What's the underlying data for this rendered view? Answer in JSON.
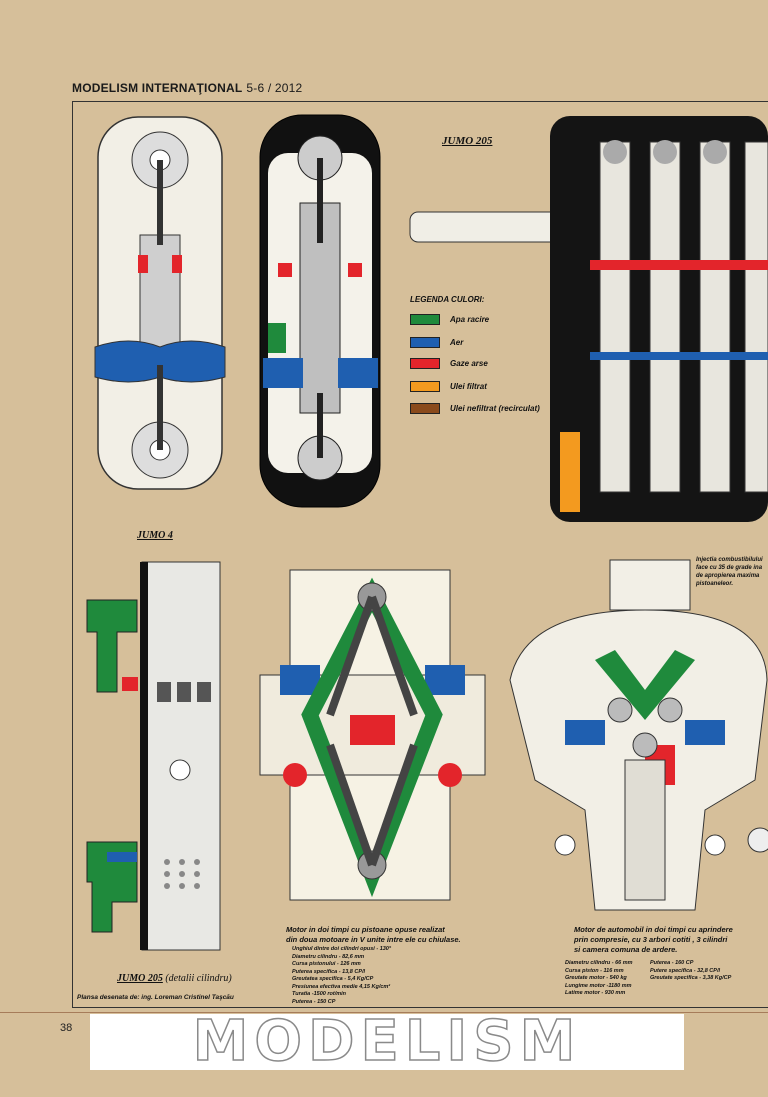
{
  "header": {
    "magazine": "MODELISM INTERNAŢIONAL",
    "issue": "5-6 / 2012"
  },
  "labels": {
    "jumo205_top": "JUMO 205",
    "jumo4": "JUMO 4",
    "jumo205_detail": "JUMO 205",
    "jumo205_detail_sub": "(detalii cilindru)",
    "author": "Plansa desenata de: ing. Loreman Cristinel Taşcău"
  },
  "legend": {
    "title": "LEGENDA CULORI:",
    "items": [
      {
        "label": "Apa racire",
        "color": "#1f8a3c"
      },
      {
        "label": "Aer",
        "color": "#1f5fb0"
      },
      {
        "label": "Gaze arse",
        "color": "#e3252b"
      },
      {
        "label": "Ulei filtrat",
        "color": "#f39a1f"
      },
      {
        "label": "Ulei nefiltrat (recirculat)",
        "color": "#8a4a1c"
      }
    ]
  },
  "notes": {
    "injection": [
      "Injectia combustibilului",
      "face cu 35 de grade ina",
      "de apropierea maxima",
      "pistoaneleor."
    ],
    "center_engine": [
      "Motor in doi timpi cu  pistoane opuse realizat",
      "din doua motoare in V unite intre ele cu chiulase."
    ],
    "right_engine": [
      "Motor de automobil in  doi timpi cu aprindere",
      "prin compresie, cu 3  arbori cotiti , 3 cilindri",
      "si camera comuna de  ardere."
    ]
  },
  "specs_center": [
    "Unghiul dintre doi cilindri opusi - 130°",
    "Diametru cilindru - 82,6 mm",
    "Cursa pistonului - 126 mm",
    "Puterea specifica - 13,8 CP/l",
    "Greutatea specifica - 5,4 Kg/CP",
    "Presiunea efectiva medie 4,15 Kg/cm²",
    "Turatia -1500 rot/min",
    "Puterea - 150 CP"
  ],
  "specs_right_left": [
    "Diametru cilindru - 66 mm",
    "Cursa piston - 116 mm",
    "Greutate motor - 540 kg",
    "Lungime motor -1180 mm",
    "Latime motor - 930 mm"
  ],
  "specs_right_right": [
    "Puterea - 160 CP",
    "Putere specifica - 32,8 CP/l",
    "Greutate specifica - 3,38 Kg/CP"
  ],
  "footer": {
    "page": "38",
    "brand": "MODELISM"
  }
}
